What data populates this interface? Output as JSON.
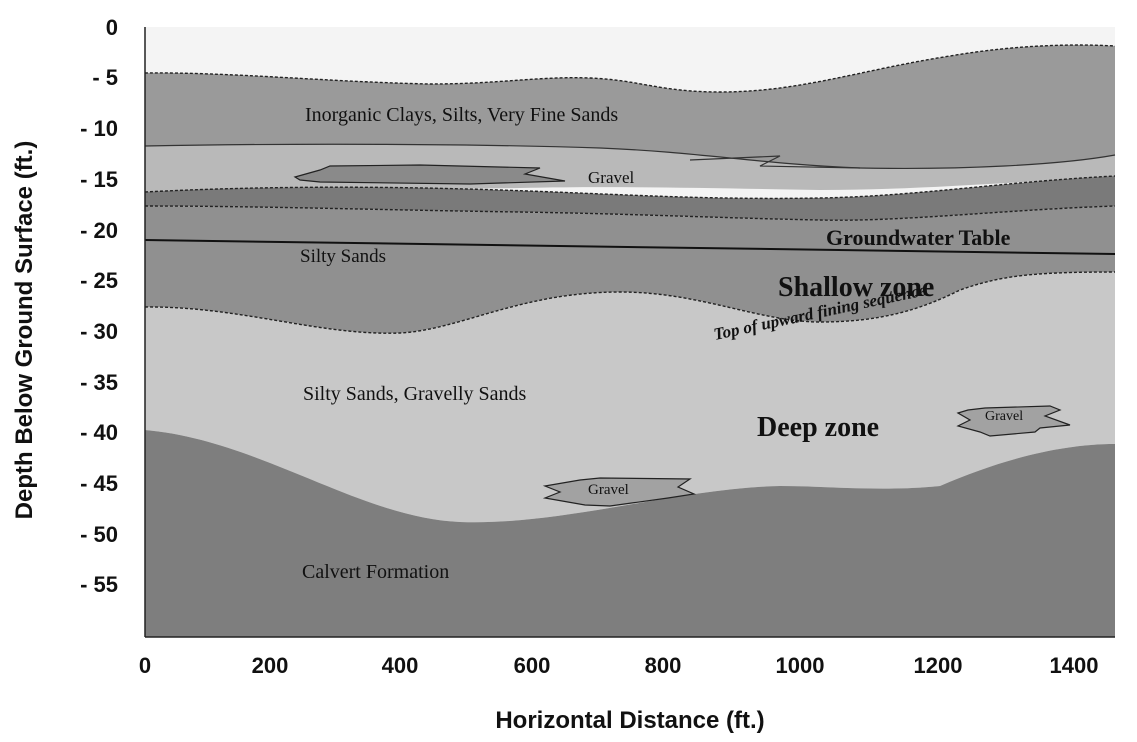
{
  "colors": {
    "sky": "#f4f4f4",
    "inorganic": "#9a9a9a",
    "gravel_band": "#b9b9b9",
    "dark_band": "#7a7a7a",
    "silty_sands": "#909090",
    "light_sands": "#c8c8c8",
    "calvert": "#7e7e7e",
    "gravel_lens": "#a2a2a2",
    "line": "#222222"
  },
  "axes": {
    "xlabel": "Horizontal Distance (ft.)",
    "ylabel": "Depth Below Ground Surface (ft.)",
    "x_ticks": [
      "0",
      "200",
      "400",
      "600",
      "800",
      "1000",
      "1200",
      "1400"
    ],
    "y_ticks": [
      "0",
      "- 5",
      "- 10",
      "- 15",
      "- 20",
      "- 25",
      "- 30",
      "- 35",
      "- 40",
      "- 45",
      "- 50",
      "- 55"
    ],
    "xlim": [
      0,
      1420
    ],
    "ylim": [
      -60,
      0
    ]
  },
  "labels": {
    "inorganic": "Inorganic Clays, Silts, Very Fine Sands",
    "gravel_upper": "Gravel",
    "groundwater": "Groundwater Table",
    "silty_sands": "Silty Sands",
    "shallow_zone": "Shallow zone",
    "upward_fining": "Top of upward fining sequence",
    "silty_gravelly": "Silty Sands, Gravelly Sands",
    "deep_zone": "Deep zone",
    "gravel_right": "Gravel",
    "gravel_middle": "Gravel",
    "calvert": "Calvert Formation"
  }
}
